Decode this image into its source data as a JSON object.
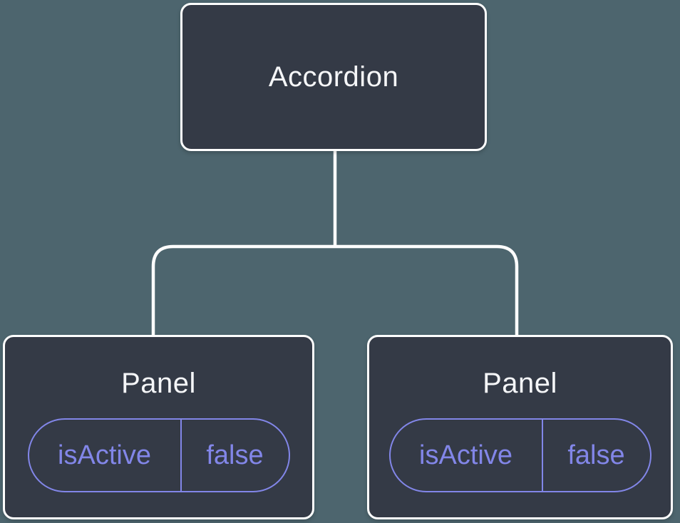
{
  "diagram": {
    "description": "Component tree: Accordion parent with two Panel children, each holding isActive state set to false",
    "colors": {
      "background": "#4D656E",
      "node_fill": "#343A46",
      "node_border": "#FFFFFF",
      "connector": "#FFFFFF",
      "title_text": "#F5F6F8",
      "state_accent": "#8286E8"
    },
    "root_node": {
      "label": "Accordion"
    },
    "panels": [
      {
        "label": "Panel",
        "state_key": "isActive",
        "state_value": "false"
      },
      {
        "label": "Panel",
        "state_key": "isActive",
        "state_value": "false"
      }
    ]
  }
}
